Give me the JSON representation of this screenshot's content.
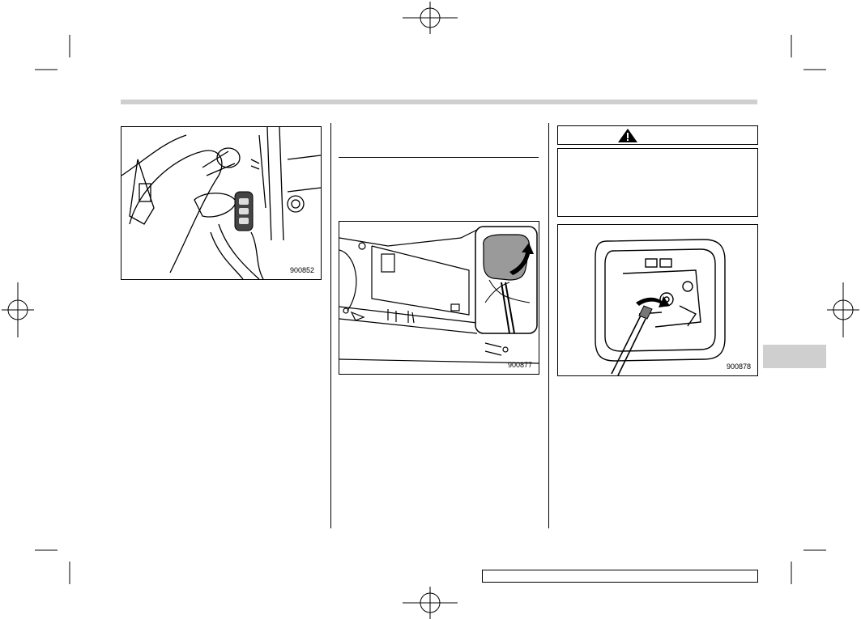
{
  "figures": {
    "fig1": {
      "id": "900852"
    },
    "fig2": {
      "id": "900877"
    },
    "fig3": {
      "id": "900878"
    }
  },
  "colors": {
    "header_bar": "#cfcfcf",
    "side_tab": "#cfcfcf",
    "cap_fill": "#9a9a9a"
  },
  "icons": {
    "warning": "warning-triangle-icon",
    "registration": "registration-mark-icon"
  }
}
